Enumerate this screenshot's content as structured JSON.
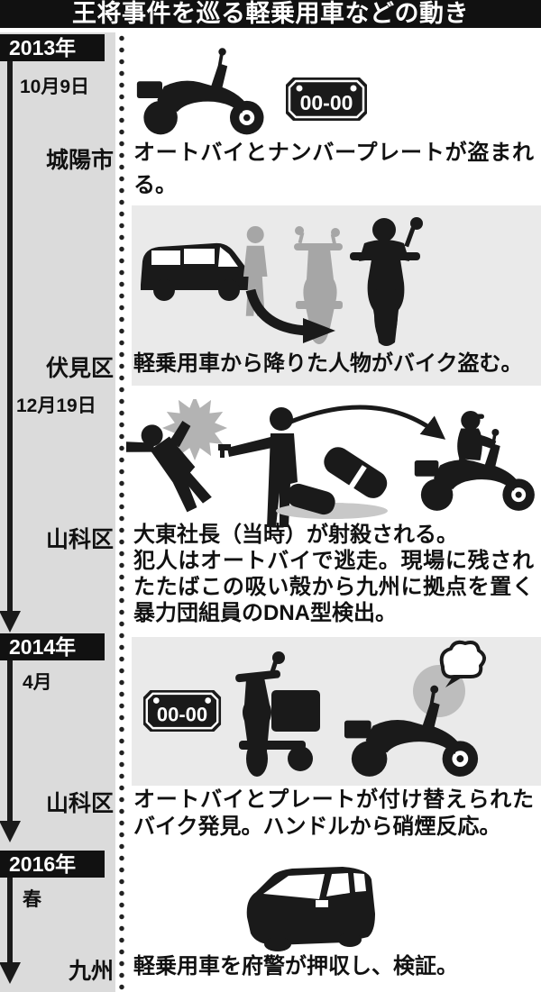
{
  "title": "王将事件を巡る軽乗用車などの動き",
  "plate_text": "00-00",
  "years": [
    "2013年",
    "2014年",
    "2016年"
  ],
  "events": [
    {
      "date": "10月9日",
      "location": "城陽市",
      "desc": "オートバイとナンバープレートが盗まれる。"
    },
    {
      "date": "",
      "location": "伏見区",
      "desc": "軽乗用車から降りた人物がバイク盗む。"
    },
    {
      "date": "12月19日",
      "location": "山科区",
      "desc1": "大東社長（当時）が射殺される。",
      "desc2": "犯人はオートバイで逃走。現場に残されたたばこの吸い殻から九州に拠点を置く暴力団組員のDNA型検出。"
    },
    {
      "date": "4月",
      "location": "山科区",
      "desc": "オートバイとプレートが付け替えられたバイク発見。ハンドルから硝煙反応。"
    },
    {
      "date": "春",
      "location": "九州",
      "desc": "軽乗用車を府警が押収し、検証。"
    }
  ],
  "icons": {
    "event1": [
      "motorcycle-icon",
      "license-plate-icon"
    ],
    "event2": [
      "kei-van-icon",
      "person-gray-icon",
      "scooter-gray-icon",
      "rider-front-icon",
      "curved-arrow-icon"
    ],
    "event3": [
      "gunshot-burst-icon",
      "shot-victim-icon",
      "shooter-icon",
      "arc-arrow-icon",
      "cigarette-butt-icon",
      "rider-motorcycle-icon"
    ],
    "event4": [
      "license-plate-icon",
      "scooter-icon",
      "motorcycle-smoke-icon",
      "smoke-puff-icon"
    ],
    "event5": [
      "kei-car-icon"
    ]
  },
  "colors": {
    "ink": "#1a1a1a",
    "title_bg": "#111111",
    "left_column_bg": "#dbdbdb",
    "band_bg": "#eaeaea",
    "gray_silhouette": "#a6a6a6"
  }
}
